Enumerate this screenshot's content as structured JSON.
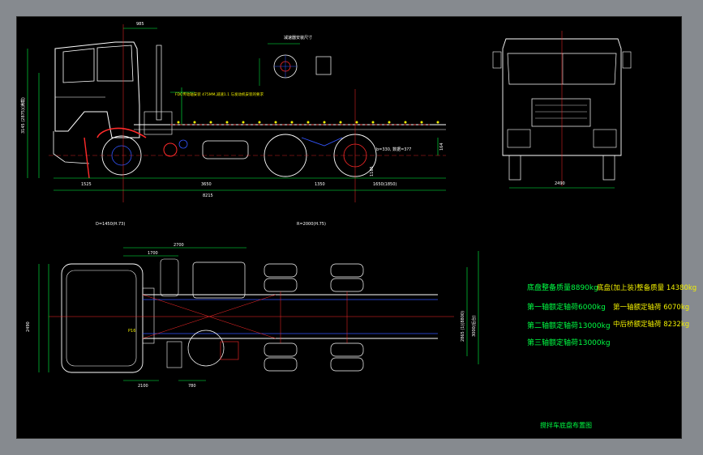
{
  "dimensions": {
    "side_view": {
      "top_width": "985",
      "height_total": "3145 (2875)(满载)",
      "lengths": [
        "1525",
        "3650",
        "1350",
        "1650(1850)"
      ],
      "overall_length": "8215",
      "height_right": "164",
      "axle_note": "b=330, 数据=3?7",
      "rear_height": "1165"
    },
    "front_view": {
      "width": "2490"
    },
    "wheelbase_notes": [
      "D=1450(H.73)",
      "R=2000(H.75)"
    ],
    "plan_view": {
      "top_dims": [
        "2700",
        "1700"
      ],
      "width": "2490",
      "bottom_dims": [
        "2100",
        "780"
      ],
      "rear_note": "2865 (1)(8800)",
      "rear_note2": "3000(后台)"
    }
  },
  "annotations": {
    "engine_note": "FDC传动轴安装 475MM,减速1.1 与发动机安装的要求",
    "detail_title": "减速器安装尺寸",
    "plan_callout": "P16"
  },
  "specs": {
    "left": [
      "底盘整备质量8890kg",
      "第一轴额定轴荷6000kg",
      "第二轴额定轴荷13000kg",
      "第三轴额定轴荷13000kg"
    ],
    "right_title": "底盘(加上装)整备质量 14380kg",
    "right": [
      "第一轴额定轴荷 6070kg",
      "中后桥额定轴荷 8232kg"
    ]
  },
  "drawing_title": "搅拌车底盘布置图",
  "colors": {
    "frame": "#ffffff",
    "accent_red": "#ff2a2a",
    "accent_blue": "#3355ff",
    "dim_green": "#00ff44",
    "text_yellow": "#f2f000",
    "window_bg": "#868a8f"
  }
}
